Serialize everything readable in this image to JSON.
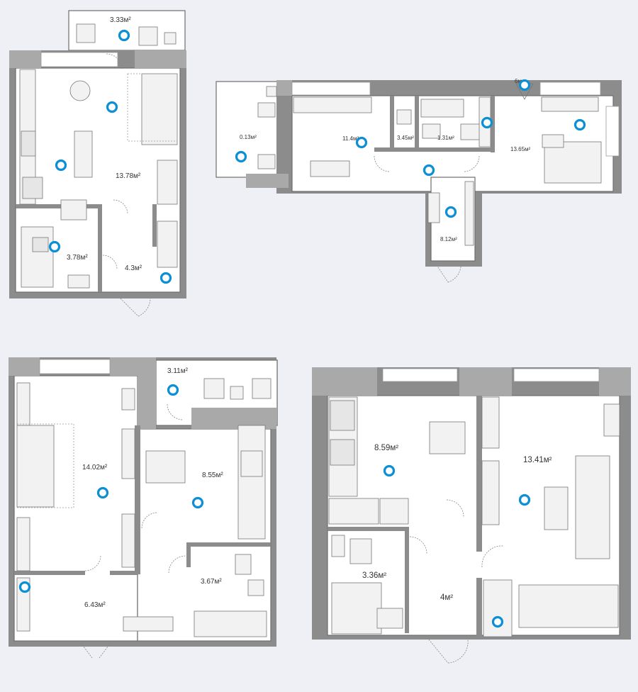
{
  "plans": [
    {
      "rooms": [
        {
          "label": "3.33м²"
        },
        {
          "label": "13.78м²"
        },
        {
          "label": "3.78м²"
        },
        {
          "label": "4.3м²"
        }
      ]
    },
    {
      "rooms": [
        {
          "label": "0.13м²"
        },
        {
          "label": "11.4м²"
        },
        {
          "label": "3.45м²"
        },
        {
          "label": "1.31м²"
        },
        {
          "label": "13.65м²"
        },
        {
          "label": "8.12м²"
        },
        {
          "label": "6м"
        }
      ]
    },
    {
      "rooms": [
        {
          "label": "3.11м²"
        },
        {
          "label": "14.02м²"
        },
        {
          "label": "8.55м²"
        },
        {
          "label": "3.67м²"
        },
        {
          "label": "6.43м²"
        }
      ]
    },
    {
      "rooms": [
        {
          "label": "8.59м²"
        },
        {
          "label": "13.41м²"
        },
        {
          "label": "3.36м²"
        },
        {
          "label": "4м²"
        }
      ]
    }
  ],
  "colors": {
    "wall": "#8c8c8c",
    "hotspot": "#0c8fd4",
    "background": "#eef0f5"
  }
}
